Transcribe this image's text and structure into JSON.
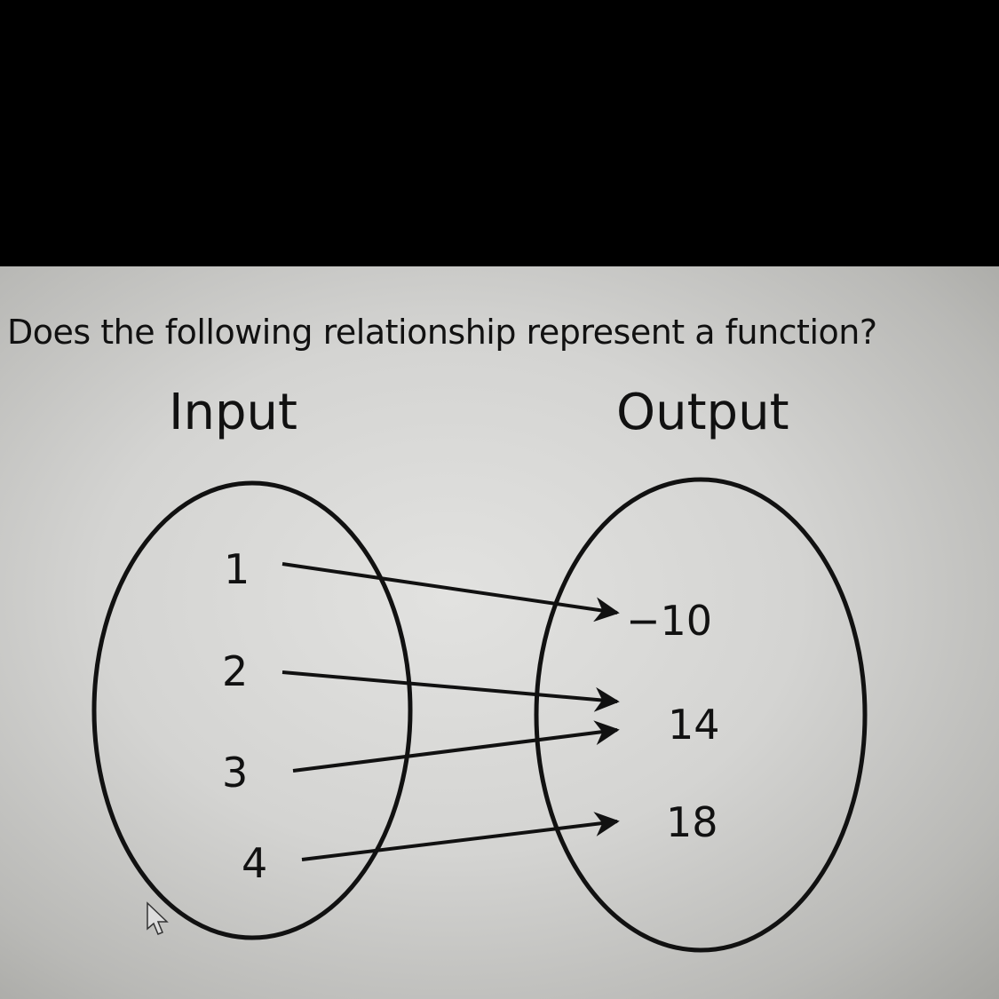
{
  "question": "Does the following relationship represent a function?",
  "input_heading": "Input",
  "output_heading": "Output",
  "inputs": [
    "1",
    "2",
    "3",
    "4"
  ],
  "outputs": [
    "−10",
    "14",
    "18"
  ],
  "mappings": [
    {
      "input": "1",
      "output": "−10"
    },
    {
      "input": "2",
      "output": "14"
    },
    {
      "input": "3",
      "output": "14"
    },
    {
      "input": "4",
      "output": "18"
    }
  ],
  "colors": {
    "ink": "#111111",
    "background": "#d6d6d4"
  }
}
